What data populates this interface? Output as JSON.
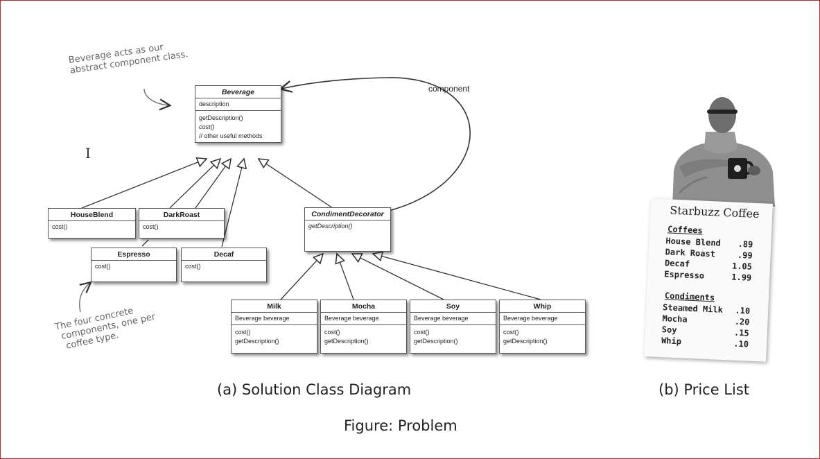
{
  "diagram": {
    "classes": [
      {
        "id": "beverage",
        "name": "Beverage",
        "abstract": true,
        "attributes": [
          "description"
        ],
        "methods": [
          "getDescription()",
          "cost()",
          "// other useful methods"
        ]
      },
      {
        "id": "houseblend",
        "name": "HouseBlend",
        "abstract": false,
        "attributes": [],
        "methods": [
          "cost()"
        ]
      },
      {
        "id": "darkroast",
        "name": "DarkRoast",
        "abstract": false,
        "attributes": [],
        "methods": [
          "cost()"
        ]
      },
      {
        "id": "espresso",
        "name": "Espresso",
        "abstract": false,
        "attributes": [],
        "methods": [
          "cost()"
        ]
      },
      {
        "id": "decaf",
        "name": "Decaf",
        "abstract": false,
        "attributes": [],
        "methods": [
          "cost()"
        ]
      },
      {
        "id": "condiment",
        "name": "CondimentDecorator",
        "abstract": true,
        "attributes": [],
        "methods": [
          "getDescription()"
        ]
      },
      {
        "id": "milk",
        "name": "Milk",
        "abstract": false,
        "attributes": [
          "Beverage beverage"
        ],
        "methods": [
          "cost()",
          "getDescription()"
        ]
      },
      {
        "id": "mocha",
        "name": "Mocha",
        "abstract": false,
        "attributes": [
          "Beverage beverage"
        ],
        "methods": [
          "cost()",
          "getDescription()"
        ]
      },
      {
        "id": "soy",
        "name": "Soy",
        "abstract": false,
        "attributes": [
          "Beverage beverage"
        ],
        "methods": [
          "cost()",
          "getDescription()"
        ]
      },
      {
        "id": "whip",
        "name": "Whip",
        "abstract": false,
        "attributes": [
          "Beverage beverage"
        ],
        "methods": [
          "cost()",
          "getDescription()"
        ]
      }
    ],
    "association_label": "component",
    "note_top": [
      "Beverage acts as our",
      "abstract component class."
    ],
    "note_bottom": [
      "The four concrete",
      "components, one per",
      "coffee type."
    ]
  },
  "price_list": {
    "title": "Starbuzz Coffee",
    "coffees_heading": "Coffees",
    "coffees": [
      {
        "name": "House Blend",
        "price": ".89"
      },
      {
        "name": "Dark Roast",
        "price": ".99"
      },
      {
        "name": "Decaf",
        "price": "1.05"
      },
      {
        "name": "Espresso",
        "price": "1.99"
      }
    ],
    "condiments_heading": "Condiments",
    "condiments": [
      {
        "name": "Steamed Milk",
        "price": ".10"
      },
      {
        "name": "Mocha",
        "price": ".20"
      },
      {
        "name": "Soy",
        "price": ".15"
      },
      {
        "name": "Whip",
        "price": ".10"
      }
    ]
  },
  "captions": {
    "a": "(a) Solution Class Diagram",
    "b": "(b) Price List",
    "figure": "Figure: Problem"
  }
}
